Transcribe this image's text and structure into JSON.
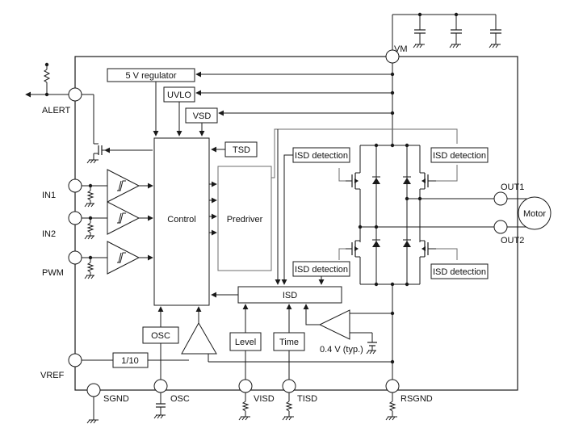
{
  "blocks": {
    "regulator": "5 V regulator",
    "uvlo": "UVLO",
    "vsd": "VSD",
    "tsd": "TSD",
    "control": "Control",
    "predriver": "Predriver",
    "isd_detection": "ISD detection",
    "isd": "ISD",
    "osc": "OSC",
    "level": "Level",
    "time": "Time",
    "divider": "1/10",
    "threshold": "0.4 V (typ.)",
    "motor": "Motor"
  },
  "pins": {
    "vm": "VM",
    "alert": "ALERT",
    "in1": "IN1",
    "in2": "IN2",
    "pwm": "PWM",
    "vref": "VREF",
    "sgnd": "SGND",
    "osc": "OSC",
    "visd": "VISD",
    "tisd": "TISD",
    "rsgnd": "RSGND",
    "out1": "OUT1",
    "out2": "OUT2"
  }
}
